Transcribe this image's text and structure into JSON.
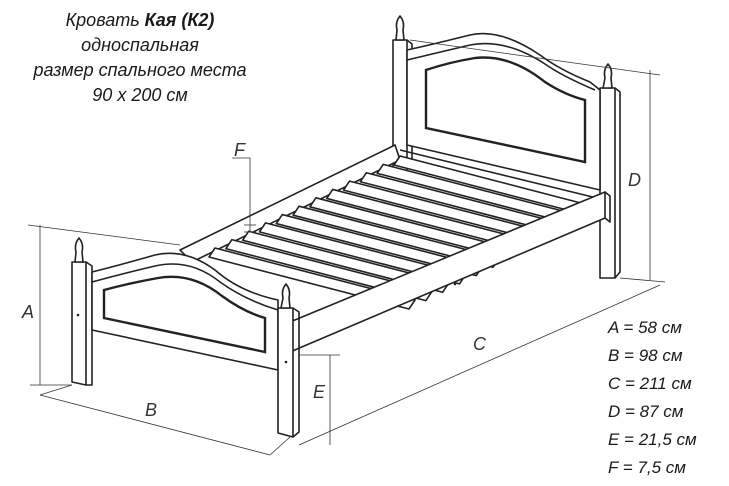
{
  "title": {
    "prefix": "Кровать ",
    "name": "Кая (К2)",
    "line2": "односпальная",
    "line3": "размер спального места",
    "line4": "90 х 200 см"
  },
  "labels": {
    "a": "A",
    "b": "B",
    "c": "C",
    "d": "D",
    "e": "E",
    "f": "F"
  },
  "dimensions": [
    "A = 58 см",
    "B = 98 см",
    "C = 211 см",
    "D = 87 см",
    "E = 21,5 см",
    "F = 7,5 см"
  ]
}
